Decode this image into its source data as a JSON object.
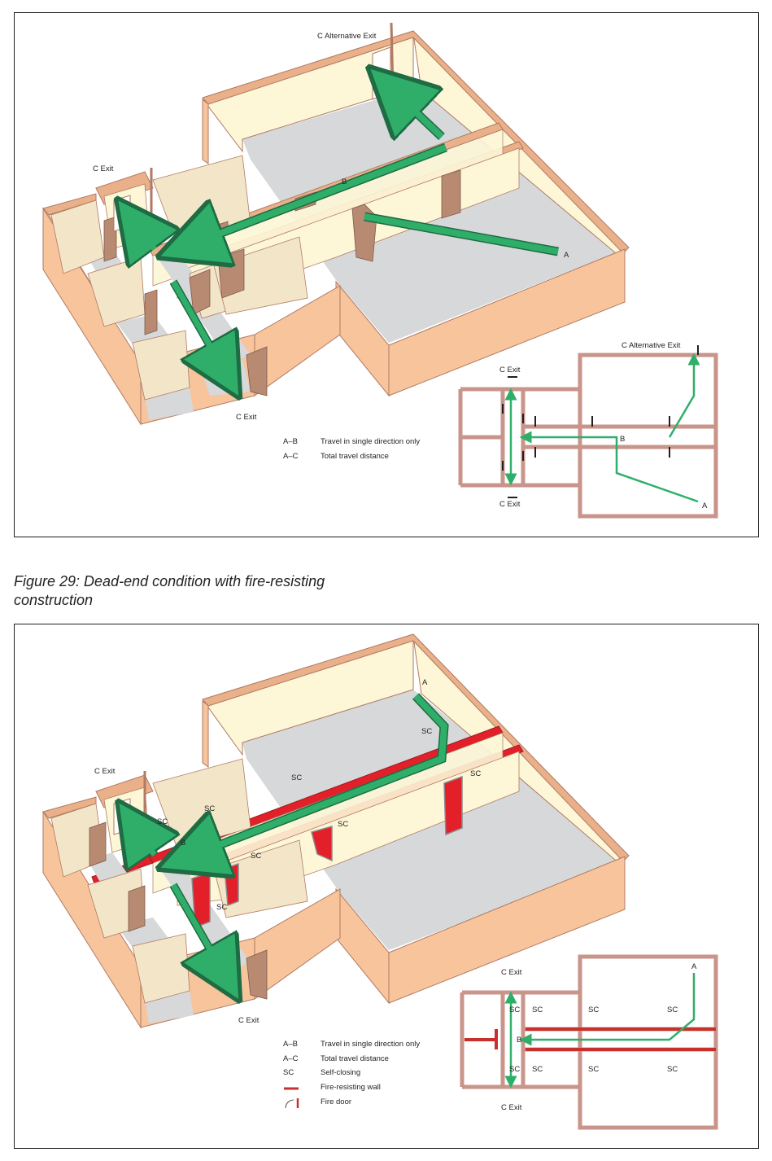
{
  "figure28": {
    "labels": {
      "alt_exit": "C Alternative Exit",
      "exit_left": "C Exit",
      "exit_bottom": "C Exit",
      "point_a": "A",
      "point_b": "B"
    },
    "legend": [
      {
        "key": "A–B",
        "text": "Travel in single direction only"
      },
      {
        "key": "A–C",
        "text": "Total travel distance"
      }
    ],
    "plan": {
      "alt_exit": "C Alternative Exit",
      "exit_top": "C Exit",
      "exit_bottom": "C Exit",
      "point_a": "A",
      "point_b": "B"
    }
  },
  "caption": {
    "line1": "Figure 29: Dead-end condition with fire-resisting",
    "line2": "construction"
  },
  "figure29": {
    "labels": {
      "exit_left": "C Exit",
      "exit_bottom": "C Exit",
      "point_a": "A",
      "point_b": "B",
      "sc": "SC"
    },
    "legend": [
      {
        "key": "A–B",
        "text": "Travel in single direction only"
      },
      {
        "key": "A–C",
        "text": "Total travel distance"
      },
      {
        "key": "SC",
        "text": "Self-closing"
      },
      {
        "key": "",
        "text": "Fire-resisting wall"
      },
      {
        "key": "",
        "text": "Fire door"
      }
    ],
    "plan": {
      "exit_top": "C Exit",
      "exit_bottom": "C Exit",
      "point_a": "A",
      "point_b": "B",
      "sc": "SC"
    }
  },
  "colors": {
    "wall_outer": "#f7c49c",
    "wall_top": "#e9b08a",
    "wall_edge": "#b07a64",
    "wall_inner": "#fdf7d7",
    "room_wall": "#f3e6c8",
    "floor": "#d7d8da",
    "door": "#b88a72",
    "arrow": "#2fae6a",
    "arrow_edge": "#1f6b43",
    "fire": "#e3202a"
  }
}
